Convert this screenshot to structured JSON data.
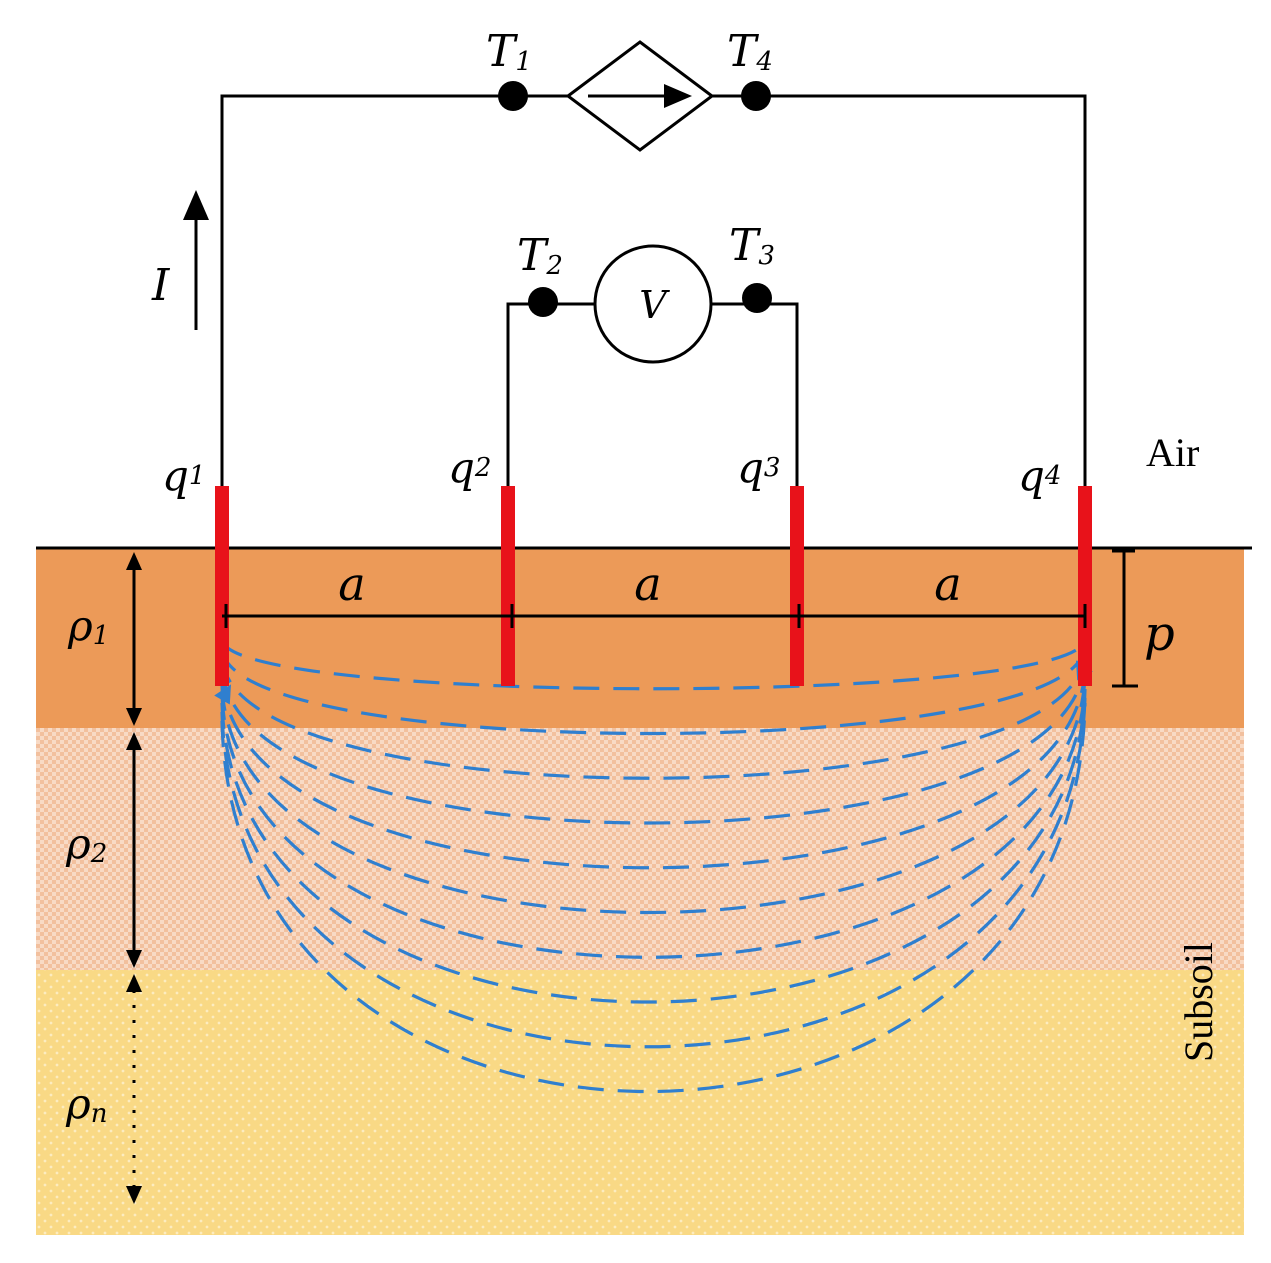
{
  "labels": {
    "T1": "T",
    "T1_sub": "1",
    "T2": "T",
    "T2_sub": "2",
    "T3": "T",
    "T3_sub": "3",
    "T4": "T",
    "T4_sub": "4",
    "current": "I",
    "voltmeter": "V",
    "q1": "q",
    "q1_sub": "1",
    "q2": "q",
    "q2_sub": "2",
    "q3": "q",
    "q3_sub": "3",
    "q4": "q",
    "q4_sub": "4",
    "air": "Air",
    "subsoil": "Subsoil",
    "spacing_1": "a",
    "spacing_2": "a",
    "spacing_3": "a",
    "depth": "p",
    "rho1": "ρ",
    "rho1_sub": "1",
    "rho2": "ρ",
    "rho2_sub": "2",
    "rhon": "ρ",
    "rhon_sub": "n"
  },
  "colors": {
    "layer1": "#ec9a58",
    "layer2": "#f3c4a6",
    "layer_n": "#f9da88",
    "probe": "#e8121a",
    "field_lines": "#2f7fcf"
  },
  "field_lines_count": 10
}
